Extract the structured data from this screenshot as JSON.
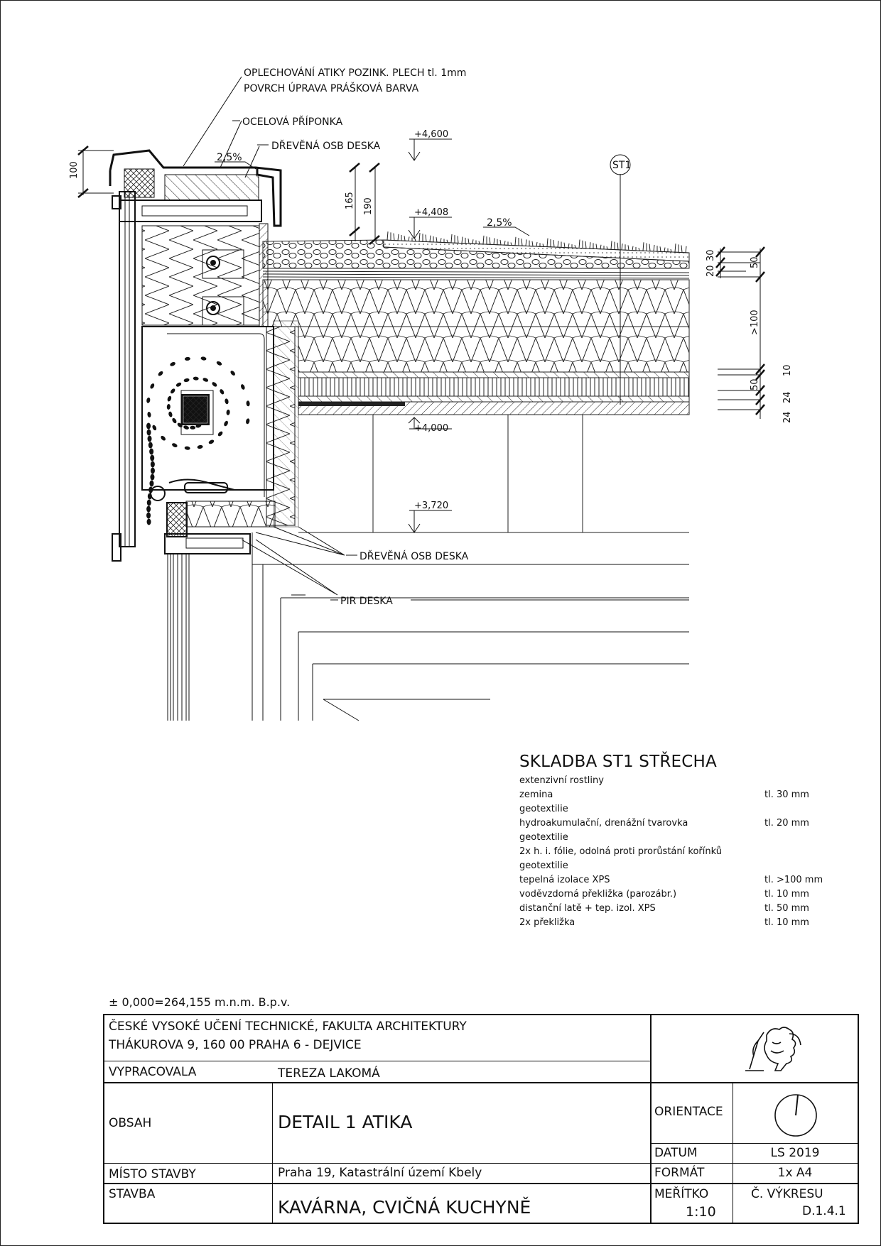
{
  "callouts": {
    "oplechovani_l1": "OPLECHOVÁNÍ ATIKY POZINK. PLECH tl. 1mm",
    "oplechovani_l2": "POVRCH ÚPRAVA PRÁŠKOVÁ BARVA",
    "priponka": "OCELOVÁ PŘÍPONKA",
    "osb_top": "DŘEVĚNÁ OSB DESKA",
    "osb_bottom": "DŘEVĚNÁ OSB DESKA",
    "pir": "PIR DESKA",
    "slope_parapet": "2,5%",
    "slope_roof": "2,5%",
    "st1_tag": "ST1"
  },
  "levels": [
    "+4,600",
    "+4,408",
    "+4,000",
    "+3,720"
  ],
  "dims": {
    "d100": "100",
    "d165": "165",
    "d190": "190",
    "d30": "30",
    "d20": "20",
    "d50a": "50",
    "dgt100": ">100",
    "d10": "10",
    "d50b": "50",
    "d24a": "24",
    "d24b": "24"
  },
  "legend": {
    "title": "SKLADBA  ST1 STŘECHA",
    "rows": [
      {
        "name": "extenzivní rostliny",
        "thick": ""
      },
      {
        "name": "zemina",
        "thick": "tl. 30 mm"
      },
      {
        "name": "geotextilie",
        "thick": ""
      },
      {
        "name": "hydroakumulační, drenážní tvarovka",
        "thick": "tl. 20 mm"
      },
      {
        "name": "geotextilie",
        "thick": ""
      },
      {
        "name": "2x h. i. fólie, odolná proti prorůstání kořínků",
        "thick": ""
      },
      {
        "name": "geotextilie",
        "thick": ""
      },
      {
        "name": "tepelná izolace XPS",
        "thick": "tl. >100 mm"
      },
      {
        "name": "voděvzdorná překližka (parozábr.)",
        "thick": "tl. 10 mm"
      },
      {
        "name": "distanční latě + tep. izol. XPS",
        "thick": "tl. 50 mm"
      },
      {
        "name": "2x překližka",
        "thick": "tl. 10 mm"
      }
    ]
  },
  "elevation_note": "± 0,000=264,155 m.n.m. B.p.v.",
  "titleblock": {
    "school_l1": "ČESKÉ VYSOKÉ UČENÍ TECHNICKÉ, FAKULTA ARCHITEKTURY",
    "school_l2": "THÁKUROVA 9, 160 00 PRAHA 6 - DEJVICE",
    "vypracovala_label": "VYPRACOVALA",
    "vypracovala": "TEREZA LAKOMÁ",
    "obsah_label": "OBSAH",
    "obsah": "DETAIL 1 ATIKA",
    "misto_label": "MÍSTO STAVBY",
    "misto": "Praha 19, Katastrální území Kbely",
    "stavba_label": "STAVBA",
    "stavba": "KAVÁRNA, CVIČNÁ KUCHYNĚ",
    "orientace_label": "ORIENTACE",
    "datum_label": "DATUM",
    "datum": "LS 2019",
    "format_label": "FORMÁT",
    "format": "1x A4",
    "meritko_label": "MEŘÍTKO",
    "meritko": "1:10",
    "cislo_label": "Č. VÝKRESU",
    "cislo": "D.1.4.1"
  }
}
